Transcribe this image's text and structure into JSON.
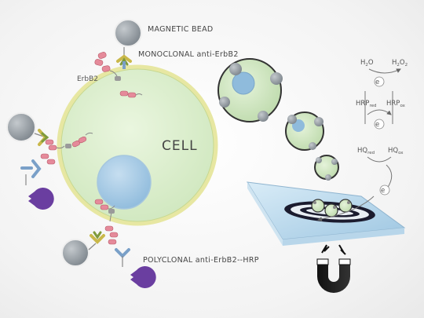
{
  "labels": {
    "magnetic_bead": "MAGNETIC BEAD",
    "monoclonal": "MONOCLONAL anti-ErbB2",
    "erbb2": "ErbB2",
    "cell": "CELL",
    "polyclonal": "POLYCLONAL anti-ErbB2--HRP"
  },
  "cycle": {
    "h2o": "H",
    "h2o_sub": "2",
    "h2o_end": "O",
    "h2o2": "H",
    "h2o2_sub1": "2",
    "h2o2_mid": "O",
    "h2o2_sub2": "2",
    "hrp": "HRP",
    "red": "red",
    "ox": "ox",
    "hq": "HQ",
    "electron": "e"
  },
  "colors": {
    "cell_fill": "#d9eec9",
    "cell_edge": "#e4e49a",
    "nucleus": "#a9cde6",
    "bead": "#8f979e",
    "antibody_yellow": "#c9b84a",
    "antibody_green": "#7f9a3c",
    "antibody_blue": "#7aa0c8",
    "hrp_purple": "#6a3ea0",
    "receptor_pink": "#e58a9a"
  }
}
